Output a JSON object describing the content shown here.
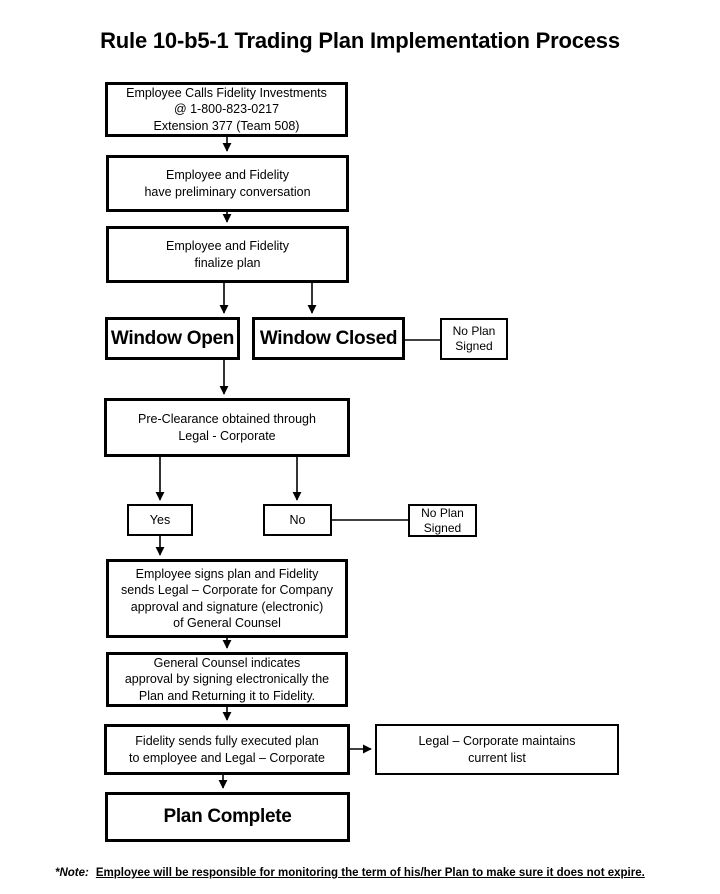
{
  "title": "Rule 10-b5-1 Trading Plan Implementation Process",
  "boxes": {
    "call": "Employee Calls Fidelity Investments\n@ 1-800-823-0217\nExtension 377 (Team 508)",
    "prelim": "Employee and Fidelity\nhave preliminary conversation",
    "finalize": "Employee and Fidelity\nfinalize plan",
    "window_open": "Window Open",
    "window_closed": "Window Closed",
    "no_plan_signed_1": "No Plan\nSigned",
    "pre_clearance": "Pre-Clearance obtained through\nLegal - Corporate",
    "yes": "Yes",
    "no": "No",
    "no_plan_signed_2": "No Plan\nSigned",
    "signs": "Employee signs plan and Fidelity\nsends Legal – Corporate for Company\napproval and signature (electronic)\nof General Counsel",
    "counsel": "General Counsel indicates\napproval by signing electronically the\nPlan and Returning it to Fidelity.",
    "fidelity_sends": "Fidelity sends fully executed plan\nto employee and Legal – Corporate",
    "legal_maintains": "Legal – Corporate maintains\ncurrent list",
    "plan_complete": "Plan Complete"
  },
  "footnote": {
    "prefix": "*Note:",
    "text": "Employee will be responsible for monitoring the term of his/her Plan to make sure it does not expire."
  },
  "colors": {
    "line": "#000000",
    "background": "#ffffff"
  }
}
